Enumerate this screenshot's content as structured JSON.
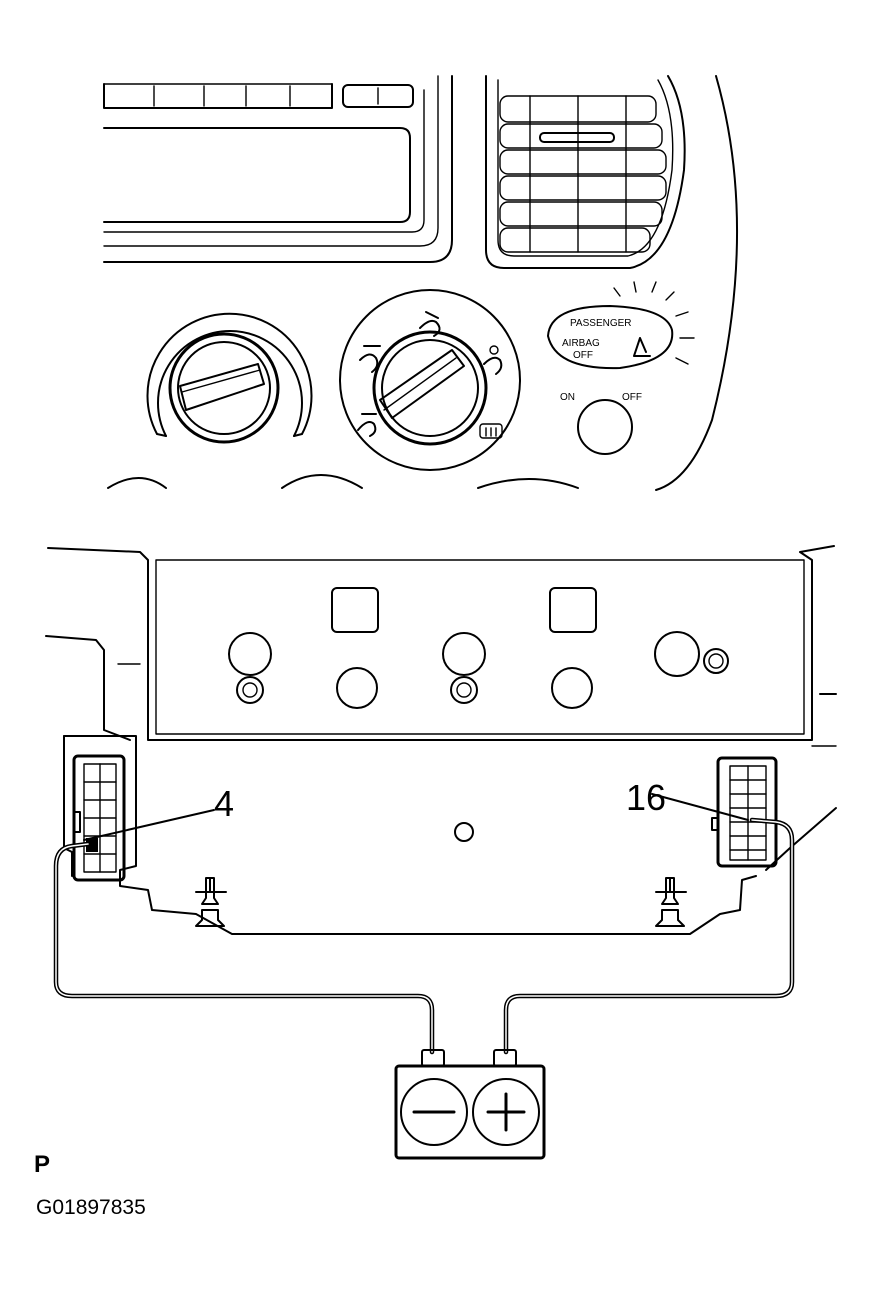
{
  "diagram": {
    "callouts": {
      "terminal_left": "4",
      "terminal_right": "16"
    },
    "panel_labels": {
      "passenger": "PASSENGER",
      "airbag": "AIRBAG",
      "off": "OFF",
      "switch_on": "ON",
      "switch_off": "OFF"
    },
    "battery": {
      "negative_symbol": "—",
      "positive_symbol": "+"
    },
    "page_code": "P",
    "figure_id": "G01897835"
  }
}
